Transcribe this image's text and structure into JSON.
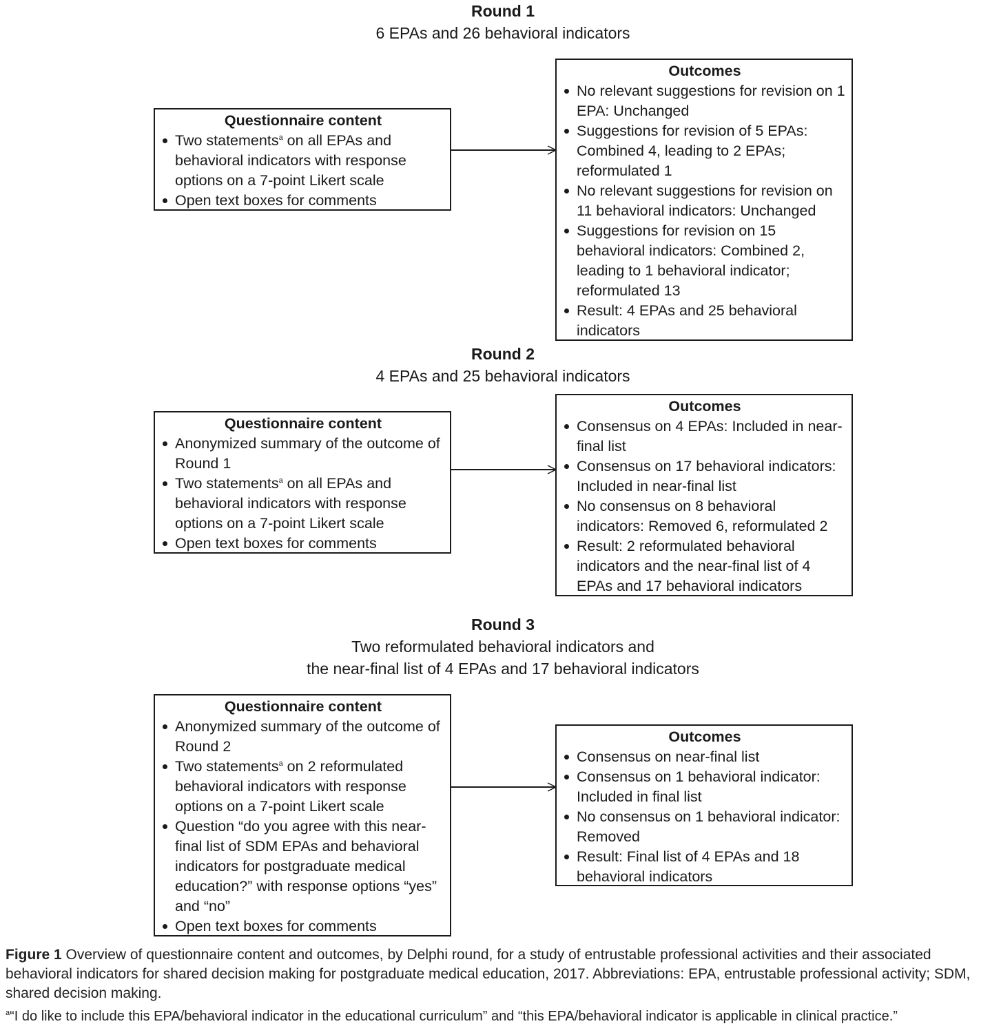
{
  "rounds": [
    {
      "title": "Round 1",
      "subtitle_lines": [
        "6 EPAs and 26 behavioral indicators"
      ],
      "questionnaire": {
        "title": "Questionnaire content",
        "items": [
          {
            "pre": "Two statements",
            "fn": "a",
            "post": " on all EPAs and behavioral indicators with response options on a 7-point Likert scale"
          },
          {
            "pre": "Open text boxes for comments"
          }
        ]
      },
      "outcomes": {
        "title": "Outcomes",
        "items": [
          "No relevant suggestions for revision on 1 EPA: Unchanged",
          "Suggestions for revision of 5 EPAs: Combined 4, leading to 2 EPAs; reformulated 1",
          "No relevant suggestions for revision on 11 behavioral indicators: Unchanged",
          "Suggestions for revision on 15 behavioral indicators: Combined 2, leading to 1 behavioral indicator; reformulated 13",
          "Result: 4 EPAs and 25 behavioral indicators"
        ]
      }
    },
    {
      "title": "Round 2",
      "subtitle_lines": [
        "4 EPAs and 25 behavioral indicators"
      ],
      "questionnaire": {
        "title": "Questionnaire content",
        "items": [
          {
            "pre": "Anonymized summary of the outcome of Round 1"
          },
          {
            "pre": "Two statements",
            "fn": "a",
            "post": " on all EPAs and behavioral indicators with response options on a 7-point Likert scale"
          },
          {
            "pre": "Open text boxes for comments"
          }
        ]
      },
      "outcomes": {
        "title": "Outcomes",
        "items": [
          "Consensus on 4 EPAs: Included in near-final list",
          "Consensus on 17 behavioral indicators: Included in near-final list",
          "No consensus on 8 behavioral indicators: Removed 6, reformulated 2",
          "Result: 2 reformulated behavioral indicators and the near-final list of 4 EPAs and 17 behavioral indicators"
        ]
      }
    },
    {
      "title": "Round 3",
      "subtitle_lines": [
        "Two reformulated behavioral indicators and",
        "the near-final list of 4 EPAs and 17 behavioral indicators"
      ],
      "questionnaire": {
        "title": "Questionnaire content",
        "items": [
          {
            "pre": "Anonymized summary of the outcome of Round 2"
          },
          {
            "pre": "Two statements",
            "fn": "a",
            "post": " on 2 reformulated behavioral indicators with response options on a 7-point Likert scale"
          },
          {
            "pre": "Question “do you agree with this near-final list of SDM EPAs and behavioral indicators for postgraduate medical education?” with response options “yes” and “no”"
          },
          {
            "pre": "Open text boxes for comments"
          }
        ]
      },
      "outcomes": {
        "title": "Outcomes",
        "items": [
          "Consensus on near-final list",
          "Consensus on 1 behavioral indicator: Included in final list",
          "No consensus on 1 behavioral indicator: Removed",
          "Result: Final list of 4 EPAs and 18 behavioral indicators"
        ]
      }
    }
  ],
  "caption": {
    "label": "Figure 1",
    "text": " Overview of questionnaire content and outcomes, by Delphi round, for a study of entrustable professional activities and their associated behavioral indicators for shared decision making for postgraduate medical education, 2017. Abbreviations: EPA, entrustable professional activity; SDM, shared decision making."
  },
  "footnote": {
    "mark": "a",
    "text": "“I do like to include this EPA/behavioral indicator in the educational curriculum” and “this EPA/behavioral indicator is applicable in clinical practice.”"
  }
}
